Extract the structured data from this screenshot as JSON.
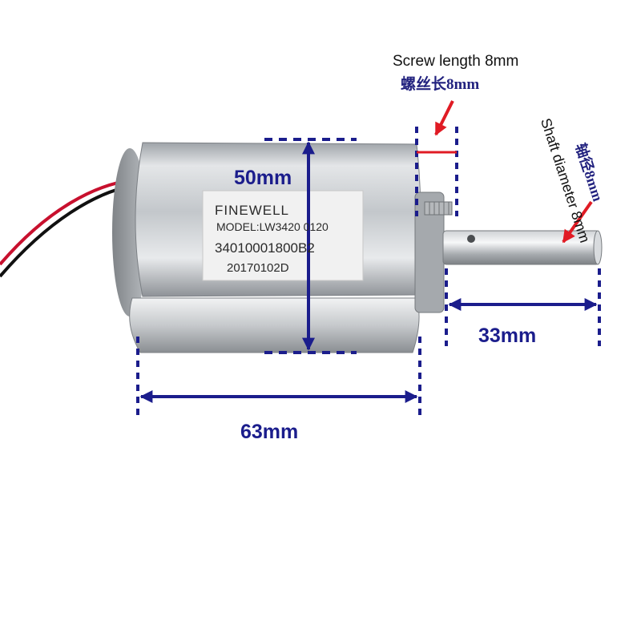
{
  "annotations": {
    "screw_length_en": "Screw length 8mm",
    "screw_length_zh": "螺丝长8mm",
    "shaft_diameter_en": "Shaft diameter 8mm",
    "shaft_diameter_zh": "轴径8mm",
    "body_height": "50mm",
    "shaft_length": "33mm",
    "body_length": "63mm"
  },
  "motor_label": {
    "brand": "FINEWELL",
    "model": "MODEL:LW3420 0120",
    "serial": "34010001800B2",
    "date": "20170102D"
  },
  "colors": {
    "dimension_blue": "#1b1d8c",
    "pointer_red": "#e01b24",
    "wire_red": "#c8102e",
    "wire_black": "#111111",
    "metal_light": "#e6e8ea",
    "metal_dark": "#8b8f94",
    "label_bg": "#f1f1f1"
  }
}
